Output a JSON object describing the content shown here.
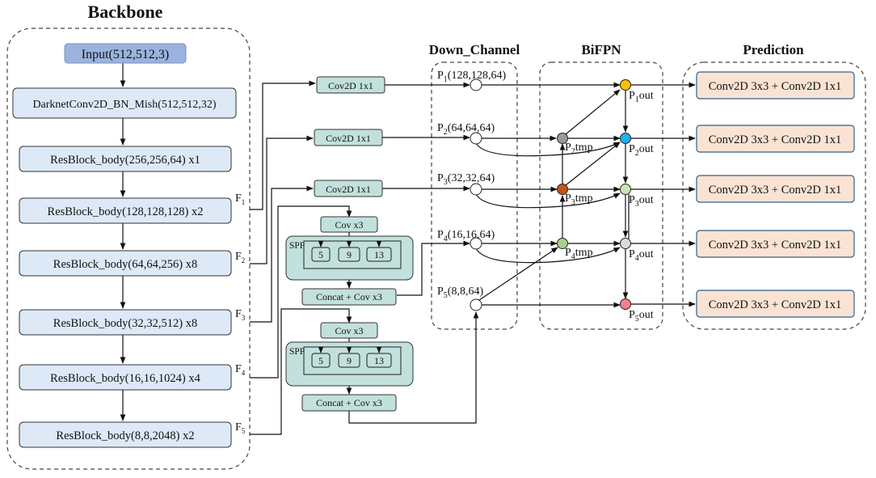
{
  "sections": {
    "backbone": "Backbone",
    "down_channel": "Down_Channel",
    "bifpn": "BiFPN",
    "prediction": "Prediction"
  },
  "backbone": {
    "input": "Input(512,512,3)",
    "conv": "DarknetConv2D_BN_Mish(512,512,32)",
    "resblocks": [
      "ResBlock_body(256,256,64) x1",
      "ResBlock_body(128,128,128) x2",
      "ResBlock_body(64,64,256) x8",
      "ResBlock_body(32,32,512) x8",
      "ResBlock_body(16,16,1024) x4",
      "ResBlock_body(8,8,2048) x2"
    ],
    "features": [
      {
        "main": "F",
        "sub": "1"
      },
      {
        "main": "F",
        "sub": "2"
      },
      {
        "main": "F",
        "sub": "3"
      },
      {
        "main": "F",
        "sub": "4"
      },
      {
        "main": "F",
        "sub": "5"
      }
    ]
  },
  "neck": {
    "conv_labels": [
      "Cov2D 1x1",
      "Cov2D 1x1",
      "Cov2D 1x1"
    ],
    "spp_blocks": [
      {
        "cov": "Cov x3",
        "spp": "SPP",
        "pools": [
          "5",
          "9",
          "13"
        ],
        "concat": "Concat + Cov x3"
      },
      {
        "cov": "Cov x3",
        "spp": "SPP",
        "pools": [
          "5",
          "9",
          "13"
        ],
        "concat": "Concat + Cov x3"
      }
    ]
  },
  "down_channel": {
    "levels": [
      {
        "main": "P",
        "sub": "1",
        "rest": "(128,128,64)"
      },
      {
        "main": "P",
        "sub": "2",
        "rest": "(64,64,64)"
      },
      {
        "main": "P",
        "sub": "3",
        "rest": "(32,32,64)"
      },
      {
        "main": "P",
        "sub": "4",
        "rest": "(16,16,64)"
      },
      {
        "main": "P",
        "sub": "5",
        "rest": "(8,8,64)"
      }
    ]
  },
  "bifpn": {
    "tmp_labels": [
      {
        "main": "P",
        "sub": "2",
        "rest": "tmp"
      },
      {
        "main": "P",
        "sub": "3",
        "rest": "tmp"
      },
      {
        "main": "P",
        "sub": "4",
        "rest": "tmp"
      }
    ],
    "out_labels": [
      {
        "main": "P",
        "sub": "1",
        "rest": "out"
      },
      {
        "main": "P",
        "sub": "2",
        "rest": "out"
      },
      {
        "main": "P",
        "sub": "3",
        "rest": "out"
      },
      {
        "main": "P",
        "sub": "4",
        "rest": "out"
      },
      {
        "main": "P",
        "sub": "5",
        "rest": "out"
      }
    ],
    "colors": {
      "tmp": [
        "#9a9a9a",
        "#c4561a",
        "#a7d08c"
      ],
      "out": [
        "#ffc000",
        "#1fb0ef",
        "#c8e6b5",
        "#dcdcdc",
        "#f4828c"
      ]
    }
  },
  "prediction": {
    "heads": [
      "Conv2D 3x3 + Conv2D 1x1",
      "Conv2D 3x3 + Conv2D 1x1",
      "Conv2D 3x3 + Conv2D 1x1",
      "Conv2D 3x3 + Conv2D 1x1",
      "Conv2D 3x3 + Conv2D 1x1"
    ]
  }
}
